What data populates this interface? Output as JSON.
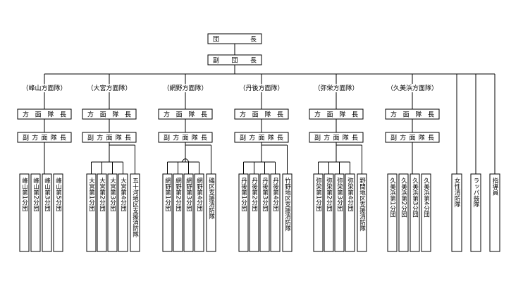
{
  "top": {
    "chief": "団　　長",
    "deputy_chief": "副　団　長"
  },
  "divisions": [
    {
      "name": "（峰山方面隊）",
      "leader": "方 面 隊 長",
      "deputy": "副 方 面 隊 長",
      "units": [
        "峰山第1分団",
        "峰山第2分団",
        "峰山第3分団",
        "峰山第5分団"
      ],
      "support": ""
    },
    {
      "name": "（大宮方面隊）",
      "leader": "方 面 隊 長",
      "deputy": "副 方 面 隊 長",
      "units": [
        "大宮第1分団",
        "大宮第2分団",
        "大宮第3分団",
        "大宮第4分団"
      ],
      "support": "五十河地区支援消防隊"
    },
    {
      "name": "（網野方面隊）",
      "leader": "方 面 隊 長",
      "deputy": "副 方 面 隊 長",
      "units": [
        "網野第1分団",
        "網野第2分団",
        "網野第3分団",
        "網野第4分団"
      ],
      "support": "磯区支援消防隊"
    },
    {
      "name": "（丹後方面隊）",
      "leader": "方 面 隊 長",
      "deputy": "副 方 面 隊 長",
      "units": [
        "丹後第1分団",
        "丹後第2分団",
        "丹後第3分団",
        "丹後第4分団"
      ],
      "support": "竹野地区支援消防隊"
    },
    {
      "name": "（弥栄方面隊）",
      "leader": "方 面 隊 長",
      "deputy": "副 方 面 隊 長",
      "units": [
        "弥栄第1分団",
        "弥栄第2分団",
        "弥栄第3分団",
        "弥栄第4分団"
      ],
      "support": "野間地区支援消防隊"
    },
    {
      "name": "（久美浜方面隊）",
      "leader": "方 面 隊 長",
      "deputy": "副 方 面 隊 長",
      "units": [
        "久美浜第1分団",
        "久美浜第2分団",
        "久美浜第3分団",
        "久美浜第4分団"
      ],
      "support": ""
    }
  ],
  "special_units": [
    "女性消防隊",
    "ラッパ鼓隊",
    "指導員"
  ]
}
